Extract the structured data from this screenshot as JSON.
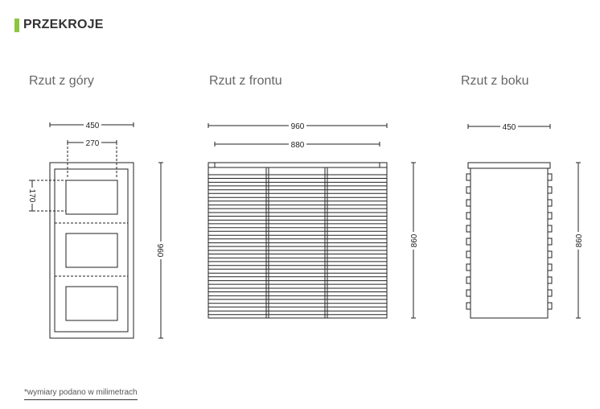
{
  "header": {
    "title": "PRZEKROJE",
    "accent_color": "#8cc63f"
  },
  "views": {
    "top": {
      "title": "Rzut z góry",
      "dims": {
        "width_outer": "450",
        "width_inner": "270",
        "height": "960",
        "small": "170"
      }
    },
    "front": {
      "title": "Rzut z frontu",
      "dims": {
        "width_outer": "960",
        "width_inner": "880",
        "height": "860"
      }
    },
    "side": {
      "title": "Rzut z boku",
      "dims": {
        "width": "450",
        "height": "860"
      }
    }
  },
  "footnote": "*wymiary podano w milimetrach"
}
